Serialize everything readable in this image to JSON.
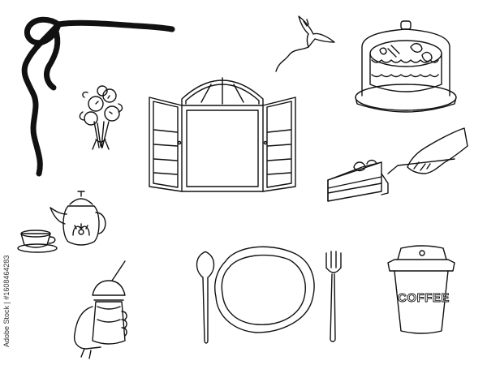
{
  "illustration_items": [
    "ribbon-bow",
    "flower-bouquet",
    "open-window-shutters",
    "flying-bird",
    "cake-under-glass-dome",
    "hand-serving-cake-slice",
    "teapot-and-teacup",
    "iced-drink-in-hand",
    "plate-with-spoon-and-fork",
    "coffee-cup"
  ],
  "coffee_cup_text": "COFFEE",
  "stock_id": "Adobe Stock | #1608464283",
  "colors": {
    "ink": "#111111",
    "background": "#ffffff"
  }
}
